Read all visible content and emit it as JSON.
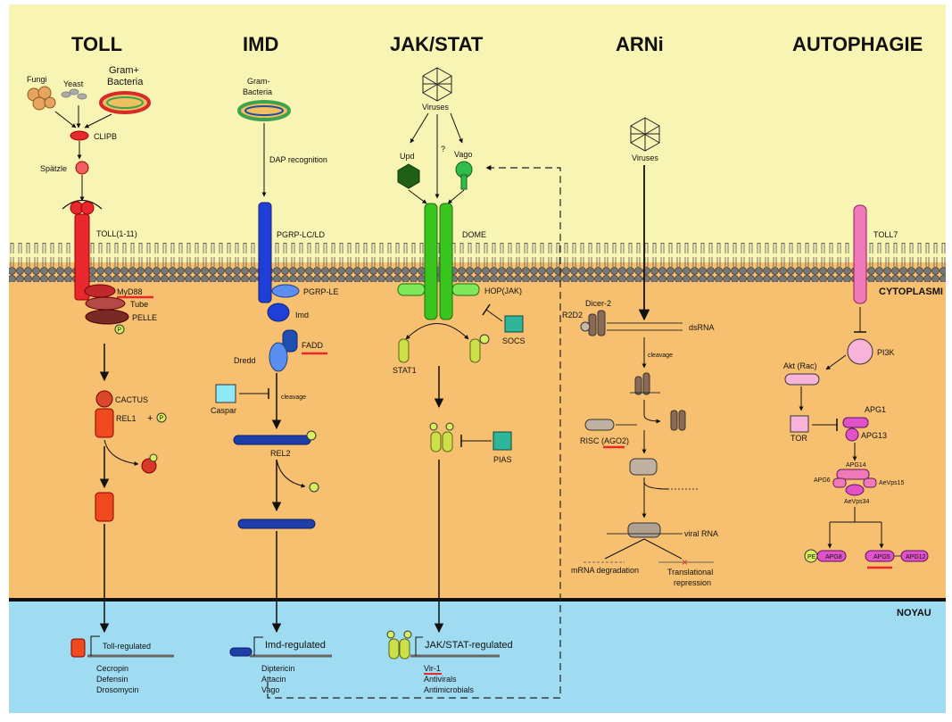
{
  "headers": {
    "toll": "TOLL",
    "imd": "IMD",
    "jak": "JAK/STAT",
    "arni": "ARNi",
    "autophagie": "AUTOPHAGIE"
  },
  "zones": {
    "cytoplasm": "CYTOPLASMI",
    "nucleus": "NOYAU"
  },
  "colors": {
    "extracellular": "#f8f4b4",
    "cytoplasm": "#f7c070",
    "nucleus": "#9fdcf2",
    "toll": "#e8282d",
    "imd": "#1f3fd6",
    "jak": "#39c51e",
    "autophagy": "#f07ab9",
    "arni": "#8a6a55"
  },
  "toll": {
    "fungi": "Fungi",
    "yeast": "Yeast",
    "gram_pos_1": "Gram+",
    "gram_pos_2": "Bacteria",
    "clipb": "CLIPB",
    "spatzle": "Spätzle",
    "receptor": "TOLL(1-11)",
    "myd88": "MyD88",
    "tube": "Tube",
    "pelle": "PELLE",
    "cactus": "CACTUS",
    "rel1": "REL1",
    "plus": "+",
    "p": "P",
    "gene_label": "Toll-regulated",
    "genes": [
      "Cecropin",
      "Defensin",
      "Drosomycin"
    ]
  },
  "imd": {
    "gram_neg_1": "Gram-",
    "gram_neg_2": "Bacteria",
    "dap": "DAP recognition",
    "pgrp_lc": "PGRP-LC/LD",
    "pgrp_le": "PGRP-LE",
    "imd_label": "Imd",
    "fadd": "FADD",
    "dredd": "Dredd",
    "caspar": "Caspar",
    "cleavage": "cleavage",
    "rel2": "REL2",
    "gene_label": "Imd-regulated",
    "genes": [
      "Diptericin",
      "Attacin",
      "Vago"
    ]
  },
  "jak": {
    "viruses": "Viruses",
    "question": "?",
    "upd": "Upd",
    "vago": "Vago",
    "dome": "DOME",
    "hop": "HOP(JAK)",
    "socs": "SOCS",
    "stat1": "STAT1",
    "pias": "PIAS",
    "gene_label": "JAK/STAT-regulated",
    "genes": [
      "Vir-1",
      "Antivirals",
      "Antimicrobials"
    ]
  },
  "arni": {
    "viruses": "Viruses",
    "dicer": "Dicer-2",
    "r2d2": "R2D2",
    "dsrna": "dsRNA",
    "cleavage": "cleavage",
    "risc": "RISC (",
    "ago2": "AGO2",
    "risc_close": ")",
    "viral_rna": "viral RNA",
    "mrna_deg": "mRNA degradation",
    "trans_1": "Translational",
    "trans_2": "repression"
  },
  "autophagy": {
    "toll7": "TOLL7",
    "pi3k": "PI3K",
    "akt": "Akt (Rac)",
    "tor": "TOR",
    "apg1": "APG1",
    "apg13": "APG13",
    "apg14": "APG14",
    "apg6": "APG6",
    "aevps15": "AeVps15",
    "aevps34": "AeVps34",
    "pe": "PE",
    "apg8": "APG8",
    "apg5": "APG5",
    "apg12": "APG12"
  }
}
